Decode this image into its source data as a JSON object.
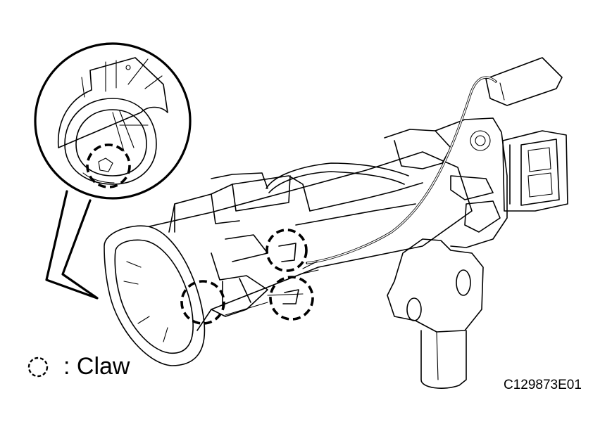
{
  "legend": {
    "symbol_icon": "dashed-circle-icon",
    "label": ": Claw"
  },
  "figure_code": "C129873E01",
  "callouts": {
    "claw_marker_count": 4,
    "detail_view_claw_marker_count": 1
  },
  "colors": {
    "line": "#000000",
    "background": "#ffffff"
  }
}
